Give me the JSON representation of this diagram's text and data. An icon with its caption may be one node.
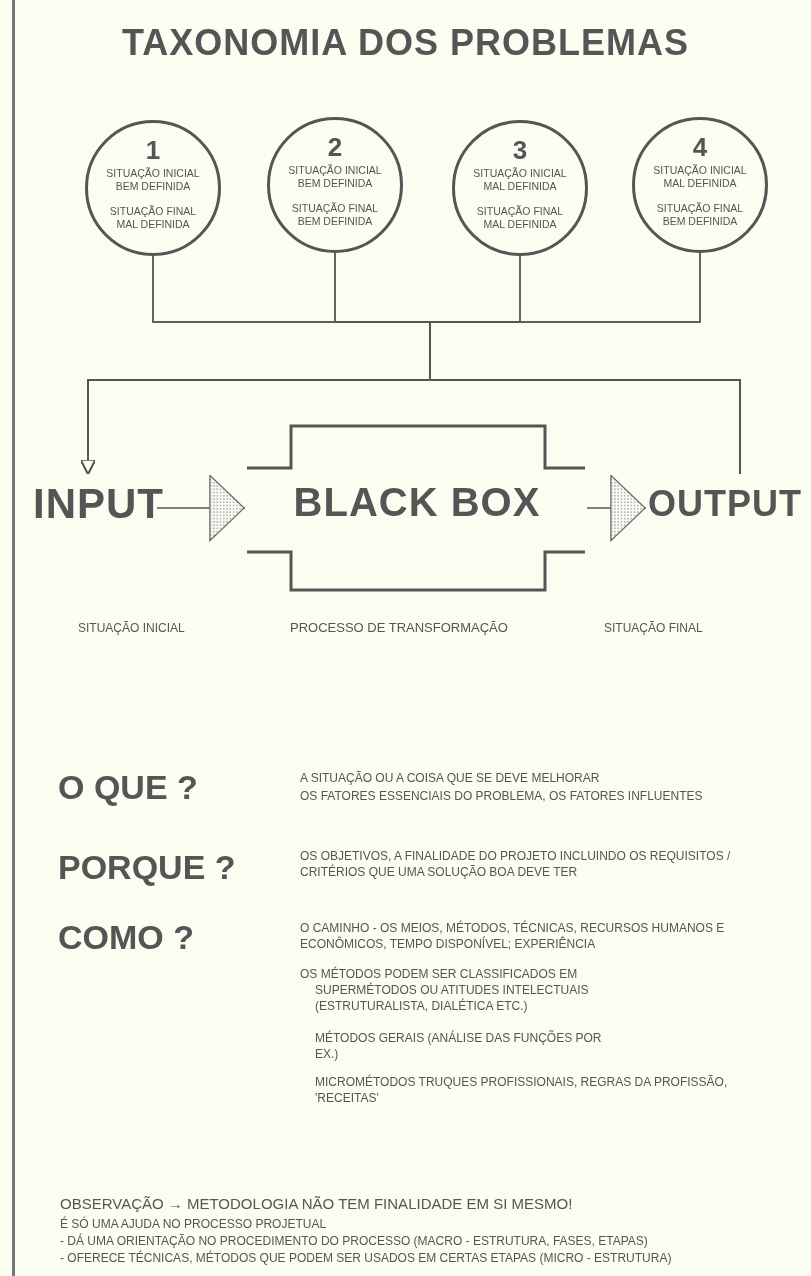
{
  "diagram": {
    "title": "TAXONOMIA DOS PROBLEMAS",
    "nodes": [
      {
        "text": [
          "1",
          "SITUAÇÃO INICIAL BEM DEFINIDA",
          "SITUAÇÃO FINAL MAL DEFINIDA"
        ]
      },
      {
        "text": [
          "2",
          "SITUAÇÃO INICIAL BEM DEFINIDA",
          "SITUAÇÃO FINAL BEM DEFINIDA"
        ]
      },
      {
        "text": [
          "3",
          "SITUAÇÃO INICIAL MAL DEFINIDA",
          "SITUAÇÃO FINAL MAL DEFINIDA"
        ]
      },
      {
        "text": [
          "4",
          "SITUAÇÃO INICIAL MAL DEFINIDA",
          "SITUAÇÃO FINAL BEM DEFINIDA"
        ]
      },
      {
        "text": [
          "INPUT"
        ]
      },
      {
        "text": [
          "BLACK BOX"
        ],
        "beside": [
          "PROCESSO DE TRANSFORMAÇÃO"
        ]
      },
      {
        "text": [
          "OUTPUT"
        ]
      }
    ],
    "edges": [
      {
        "from": 0,
        "to": 4,
        "arrow": "to"
      },
      {
        "from": 1,
        "to": 4,
        "arrow": "to"
      },
      {
        "from": 2,
        "to": 4,
        "arrow": "to"
      },
      {
        "from": 3,
        "to": 4,
        "arrow": "to"
      },
      {
        "from": 0,
        "to": 6,
        "arrow": "none"
      },
      {
        "from": 1,
        "to": 6,
        "arrow": "none"
      },
      {
        "from": 2,
        "to": 6,
        "arrow": "none"
      },
      {
        "from": 3,
        "to": 6,
        "arrow": "none"
      },
      {
        "from": 4,
        "to": 5,
        "arrow": "to"
      },
      {
        "from": 5,
        "to": 6,
        "arrow": "to"
      }
    ],
    "labels": [
      "SITUAÇÃO INICIAL",
      "SITUAÇÃO FINAL",
      "O QUE ?",
      "A SITUAÇÃO OU A COISA QUE SE DEVE MELHORAR",
      "OS FATORES ESSENCIAIS DO PROBLEMA, OS FATORES INFLUENTES",
      "PORQUE ?",
      "OS OBJETIVOS, A FINALIDADE DO PROJETO INCLUINDO OS REQUISITOS / CRITÉRIOS QUE UMA SOLUÇÃO BOA DEVE TER",
      "COMO ?",
      "O CAMINHO - OS MEIOS, MÉTODOS, TÉCNICAS, RECURSOS HUMANOS E ECONÔMICOS, TEMPO DISPONÍVEL; EXPERIÊNCIA",
      "OS MÉTODOS PODEM SER CLASSIFICADOS EM",
      "SUPERMÉTODOS OU ATITUDES INTELECTUAIS (ESTRUTURALISTA, DIALÉTICA ETC.)",
      "MÉTODOS GERAIS (ANÁLISE DAS FUNÇÕES POR EX.)",
      "MICROMÉTODOS TRUQUES PROFISSIONAIS, REGRAS DA PROFISSÃO, 'RECEITAS'",
      "OBSERVAÇÃO → METODOLOGIA NÃO TEM FINALIDADE EM SI MESMO!",
      "É SÓ UMA AJUDA NO PROCESSO PROJETUAL",
      "- DÁ UMA ORIENTAÇÃO NO PROCEDIMENTO DO PROCESSO (MACRO - ESTRUTURA, FASES, ETAPAS)",
      "- OFERECE TÉCNICAS, MÉTODOS QUE PODEM SER USADOS EM CERTAS ETAPAS (MICRO - ESTRUTURA)"
    ]
  }
}
